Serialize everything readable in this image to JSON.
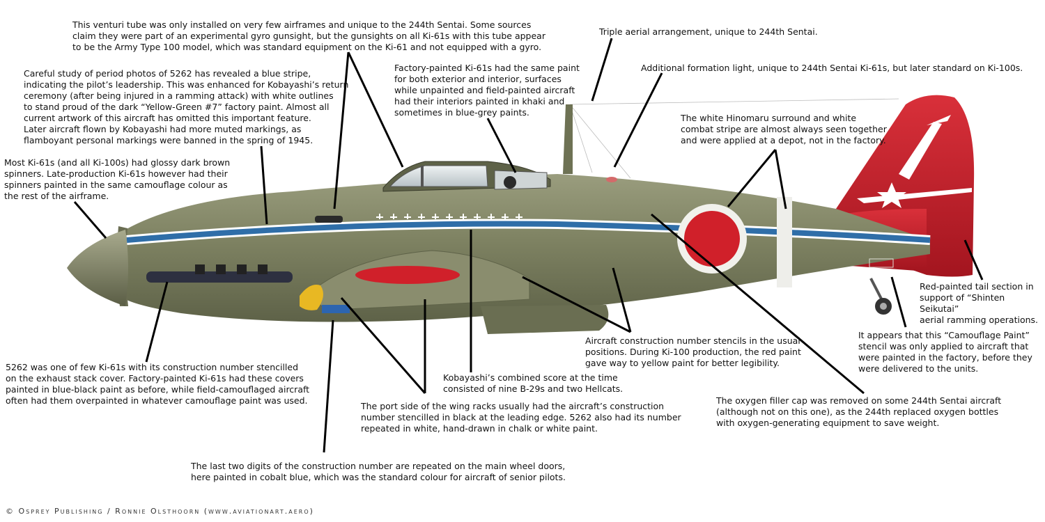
{
  "notes": {
    "venturi": "This venturi tube was only installed on very few airframes and unique to the 244th Sentai. Some sources\nclaim they were part of an experimental gyro gunsight, but the gunsights on all Ki-61s with this tube appear\nto be the Army Type 100 model, which was standard equipment on the Ki-61 and not equipped with a gyro.",
    "aerial": "Triple aerial arrangement, unique to 244th Sentai.",
    "blue_stripe": "Careful study of period photos of 5262 has revealed a blue stripe,\nindicating the pilot’s leadership. This was enhanced for Kobayashi’s return\nceremony (after being injured in a ramming attack) with white outlines\nto stand proud of the dark “Yellow-Green #7” factory paint. Almost all\ncurrent artwork of this aircraft has omitted this important feature.\nLater aircraft flown by Kobayashi had more muted markings, as\nflamboyant personal markings were banned in the spring of 1945.",
    "factory_paint": "Factory-painted Ki-61s had the same paint\nfor both exterior and interior, surfaces\nwhile unpainted and field-painted aircraft\nhad their interiors painted in khaki and\nsometimes in blue-grey paints.",
    "formation_light": "Additional formation light, unique to 244th Sentai Ki-61s, but later standard on Ki-100s.",
    "hinomaru": "The white Hinomaru surround and white\ncombat stripe are almost always seen together\nand were applied at a depot, not in the factory.",
    "spinner": "Most Ki-61s (and all Ki-100s) had glossy dark brown\nspinners. Late-production Ki-61s however had their\nspinners painted in the same camouflage colour as\nthe rest of the airframe.",
    "red_tail": "Red-painted tail section in\nsupport of “Shinten Seikutai”\naerial ramming operations.",
    "camo_stencil": "It appears that this “Camouflage Paint”\nstencil was only applied to aircraft that\nwere painted in the factory, before they\nwere delivered to the units.",
    "construction_stencils": "Aircraft construction number stencils in the usual\npositions. During Ki-100 production, the red paint\ngave way to yellow paint for better legibility.",
    "exhaust_cover": "5262 was one of few Ki-61s with its construction number stencilled\non the exhaust stack cover. Factory-painted Ki-61s had these covers\npainted in blue-black paint as before, while field-camouflaged aircraft\noften had them overpainted in whatever camouflage paint was used.",
    "score": "Kobayashi’s combined score at the time\nconsisted of nine B-29s and two Hellcats.",
    "wing_racks": "The port side of the wing racks usually had the aircraft’s construction\nnumber stencilled in black at the leading edge. 5262 also had its number\nrepeated in white, hand-drawn in chalk or white paint.",
    "oxygen": "The oxygen filler cap was removed on some 244th Sentai aircraft\n(although not on this one), as the 244th replaced oxygen bottles\nwith oxygen-generating equipment to save weight.",
    "wheel_doors": "The last two digits of the construction number are repeated on the main wheel doors,\nhere painted in cobalt blue, which was the standard colour for aircraft of senior pilots."
  },
  "credit": "© Osprey Publishing / Ronnie Olsthoorn (www.aviationart.aero)",
  "colors": {
    "airframe": "#7b7f5e",
    "stripe_blue": "#2f6ea8",
    "tail_red": "#c8202d",
    "hinomaru_red": "#d0202a",
    "yellow": "#e8b823"
  }
}
